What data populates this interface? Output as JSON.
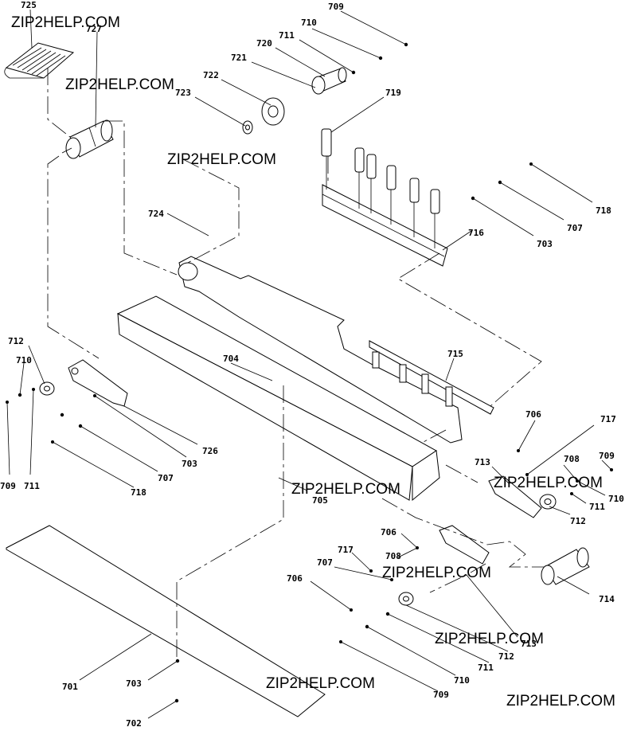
{
  "watermarks": [
    "ZIP2HELP.COM",
    "ZIP2HELP.COM",
    "ZIP2HELP.COM",
    "ZIP2HELP.COM",
    "ZIP2HELP.COM",
    "ZIP2HELP.COM",
    "ZIP2HELP.COM",
    "ZIP2HELP.COM"
  ],
  "callouts": {
    "c725": "725",
    "c727": "727",
    "c709_top": "709",
    "c710_top": "710",
    "c711_top": "711",
    "c720": "720",
    "c721": "721",
    "c722": "722",
    "c723": "723",
    "c719": "719",
    "c718_right": "718",
    "c707_right": "707",
    "c703_right": "703",
    "c716": "716",
    "c724": "724",
    "c715": "715",
    "c704": "704",
    "c712_left": "712",
    "c710_left": "710",
    "c726": "726",
    "c703_left": "703",
    "c707_left": "707",
    "c718_left": "718",
    "c709_left": "709",
    "c711_left": "711",
    "c705": "705",
    "c706_right": "706",
    "c717_right": "717",
    "c713_right": "713",
    "c708_right": "708",
    "c709_right": "709",
    "c711_right": "711",
    "c710_right": "710",
    "c712_right": "712",
    "c714": "714",
    "c706_mid": "706",
    "c717_mid": "717",
    "c708_mid": "708",
    "c707_mid": "707",
    "c706_low": "706",
    "c713_low": "713",
    "c712_low": "712",
    "c711_low": "711",
    "c710_low": "710",
    "c709_low": "709",
    "c701": "701",
    "c703_bottom": "703",
    "c702": "702"
  }
}
